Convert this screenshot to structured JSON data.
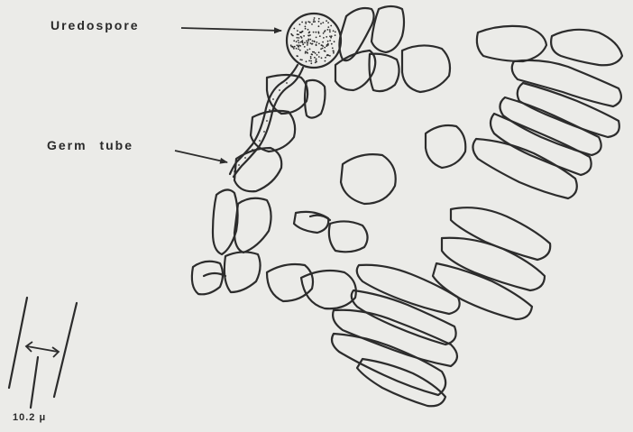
{
  "labels": {
    "uredospore": "Uredospore",
    "germ_tube": "Germ tube",
    "scale": "10.2 μ"
  },
  "colors": {
    "background": "#ebebe8",
    "ink": "#2c2c2c"
  }
}
